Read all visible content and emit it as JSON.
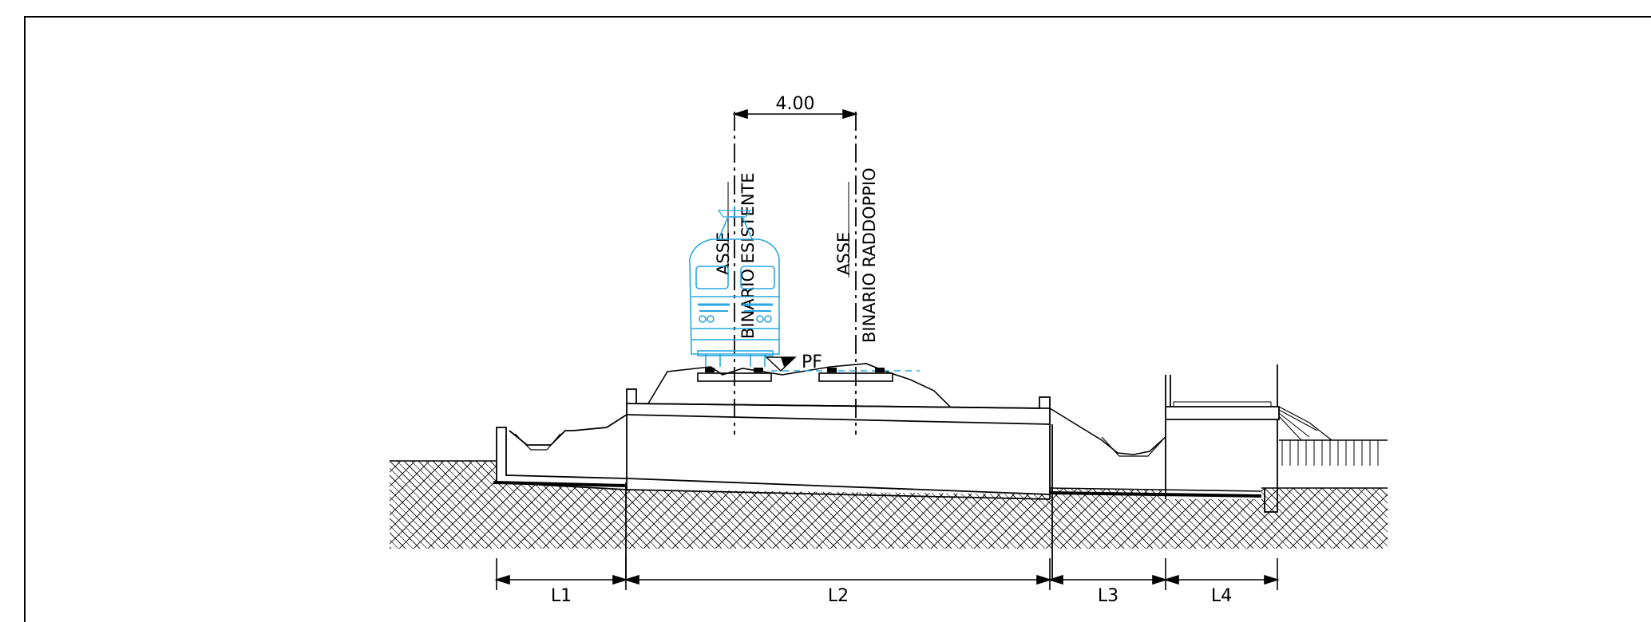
{
  "dimension_top": "4.00",
  "axis_existing": {
    "line1": "ASSE",
    "line2": "BINARIO ESISTENTE"
  },
  "axis_doubling": {
    "line1": "ASSE",
    "line2": "BINARIO RADDOPPIO"
  },
  "pf_label": "PF",
  "bottom_dimensions": [
    "L1",
    "L2",
    "L3",
    "L4"
  ],
  "colors": {
    "train": "#29a8e0",
    "line": "#000000"
  }
}
